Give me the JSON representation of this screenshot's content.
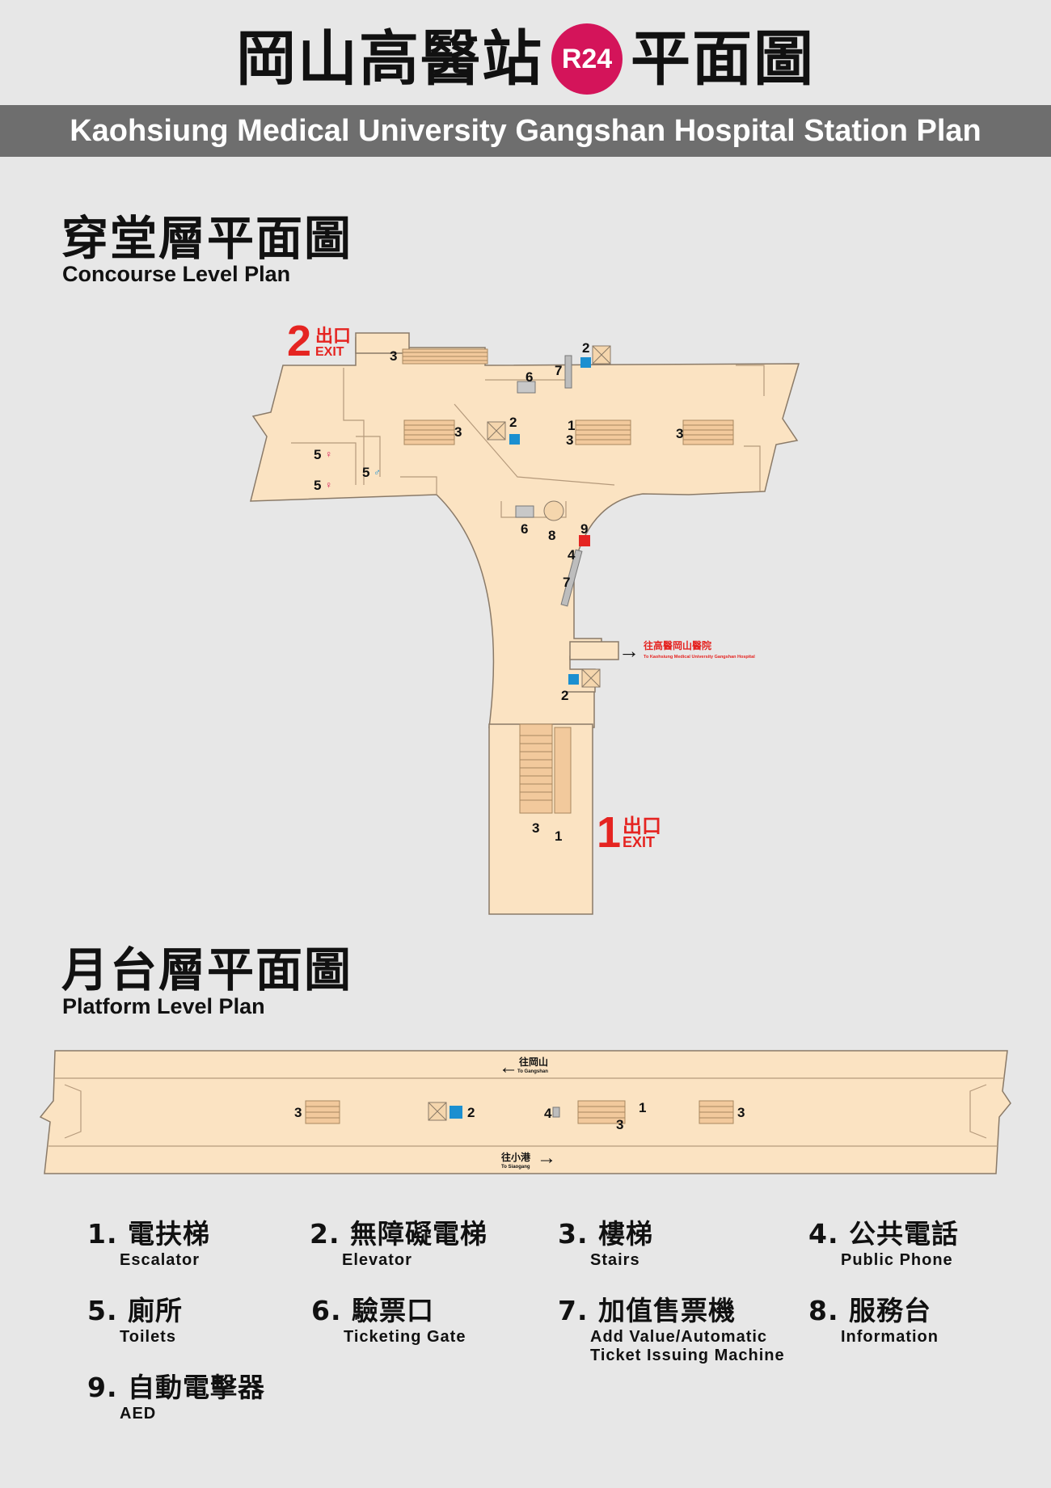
{
  "header": {
    "title_zh_left": "岡山高醫站",
    "line_code": "R24",
    "title_zh_right": "平面圖",
    "title_en": "Kaohsiung Medical University Gangshan Hospital Station Plan"
  },
  "concourse": {
    "title_zh": "穿堂層平面圖",
    "title_en": "Concourse Level Plan",
    "exit2": {
      "num": "2",
      "zh": "出口",
      "en": "EXIT"
    },
    "exit1": {
      "num": "1",
      "zh": "出口",
      "en": "EXIT"
    },
    "hospital_direction": {
      "zh": "往高醫岡山醫院",
      "en": "To Kaohsiung Medical University Gangshan Hospital"
    },
    "markers": {
      "escalator": "1",
      "elevator": "2",
      "stairs": "3",
      "phone": "4",
      "toilet": "5",
      "gate": "6",
      "machine": "7",
      "info": "8",
      "aed": "9"
    }
  },
  "platform": {
    "title_zh": "月台層平面圖",
    "title_en": "Platform Level Plan",
    "dir_top": {
      "zh": "往岡山",
      "en": "To Gangshan"
    },
    "dir_bottom": {
      "zh": "往小港",
      "en": "To Siaogang"
    }
  },
  "legend": [
    {
      "num": "1.",
      "zh": "電扶梯",
      "en": "Escalator"
    },
    {
      "num": "2.",
      "zh": "無障礙電梯",
      "en": "Elevator"
    },
    {
      "num": "3.",
      "zh": "樓梯",
      "en": "Stairs"
    },
    {
      "num": "4.",
      "zh": "公共電話",
      "en": "Public Phone"
    },
    {
      "num": "5.",
      "zh": "廁所",
      "en": "Toilets"
    },
    {
      "num": "6.",
      "zh": "驗票口",
      "en": "Ticketing Gate"
    },
    {
      "num": "7.",
      "zh": "加值售票機",
      "en": "Add Value/Automatic\nTicket Issuing Machine"
    },
    {
      "num": "8.",
      "zh": "服務台",
      "en": "Information"
    },
    {
      "num": "9.",
      "zh": "自動電擊器",
      "en": "AED"
    }
  ],
  "colors": {
    "floor": "#fbe3c2",
    "floor_stroke": "#8a7a68",
    "exit_red": "#e52421",
    "badge": "#d4145a",
    "title_bar": "#6e6e6e",
    "elevator_blue": "#1b8fd0"
  }
}
